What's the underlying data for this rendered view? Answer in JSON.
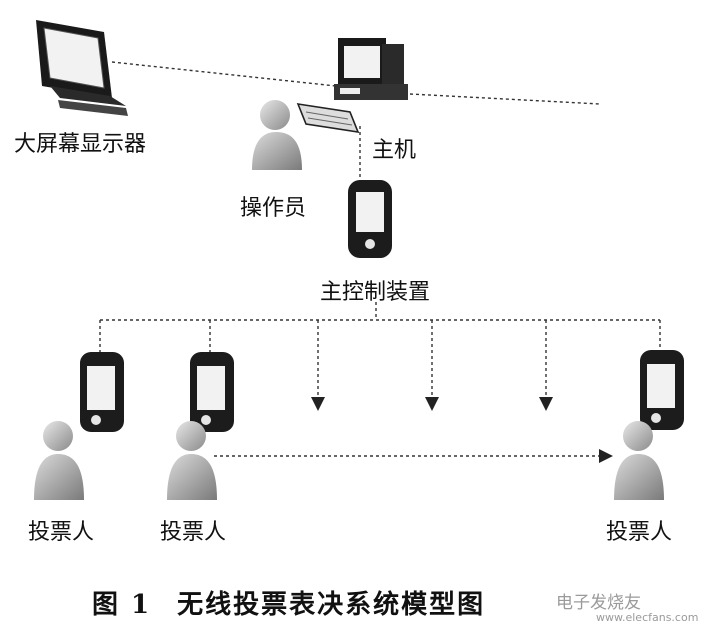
{
  "labels": {
    "monitor": "大屏幕显示器",
    "host": "主机",
    "operator": "操作员",
    "controller": "主控制装置",
    "voter_1": "投票人",
    "voter_2": "投票人",
    "voter_3": "投票人"
  },
  "caption": {
    "figure_no": "图 1",
    "title": "无线投票表决系统模型图"
  },
  "watermark": {
    "site_name": "电子发烧友",
    "url": "www.elecfans.com"
  },
  "icons": {
    "monitor": "monitor-icon",
    "host": "desktop-computer-icon",
    "operator": "person-icon",
    "controller": "handheld-device-icon",
    "voter_device": "handheld-device-icon",
    "voter": "person-icon",
    "arrow": "arrow-down-icon"
  }
}
